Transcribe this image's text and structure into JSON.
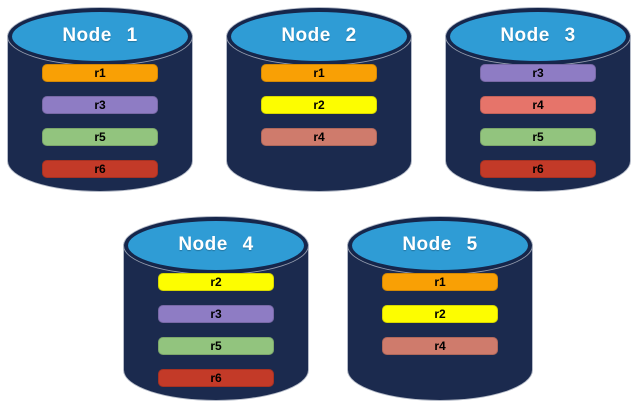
{
  "palette": {
    "background": "#FFFFFF",
    "cylinder_body": "#1B2A4E",
    "cylinder_top_fill": "#2F9CD5",
    "cylinder_rim": "#16264B",
    "silhouette_outline": "#A8AFBE",
    "title_text": "#FFFFFF",
    "bar_text": "#000000"
  },
  "replica_colors": {
    "r1_orange": "#F9A005",
    "r2_yellow": "#FDFD00",
    "r3_purple": "#8E7CC4",
    "r4_salmon": "#CF7B6C",
    "r4_salmon_bright": "#E6746A",
    "r5_green": "#92C47E",
    "r6_red": "#C33A28"
  },
  "nodes": [
    {
      "label": "Node 1",
      "replicas": [
        {
          "label": "r1",
          "color": "#F9A005"
        },
        {
          "label": "r3",
          "color": "#8E7CC4"
        },
        {
          "label": "r5",
          "color": "#92C47E"
        },
        {
          "label": "r6",
          "color": "#C33A28"
        }
      ]
    },
    {
      "label": "Node 2",
      "replicas": [
        {
          "label": "r1",
          "color": "#F9A005"
        },
        {
          "label": "r2",
          "color": "#FDFD00"
        },
        {
          "label": "r4",
          "color": "#CF7B6C"
        }
      ]
    },
    {
      "label": "Node 3",
      "replicas": [
        {
          "label": "r3",
          "color": "#8E7CC4"
        },
        {
          "label": "r4",
          "color": "#E6746A"
        },
        {
          "label": "r5",
          "color": "#92C47E"
        },
        {
          "label": "r6",
          "color": "#C33A28"
        }
      ]
    },
    {
      "label": "Node 4",
      "replicas": [
        {
          "label": "r2",
          "color": "#FDFD00"
        },
        {
          "label": "r3",
          "color": "#8E7CC4"
        },
        {
          "label": "r5",
          "color": "#92C47E"
        },
        {
          "label": "r6",
          "color": "#C33A28"
        }
      ]
    },
    {
      "label": "Node 5",
      "replicas": [
        {
          "label": "r1",
          "color": "#F9A005"
        },
        {
          "label": "r2",
          "color": "#FDFD00"
        },
        {
          "label": "r4",
          "color": "#CF7B6C"
        }
      ]
    }
  ]
}
